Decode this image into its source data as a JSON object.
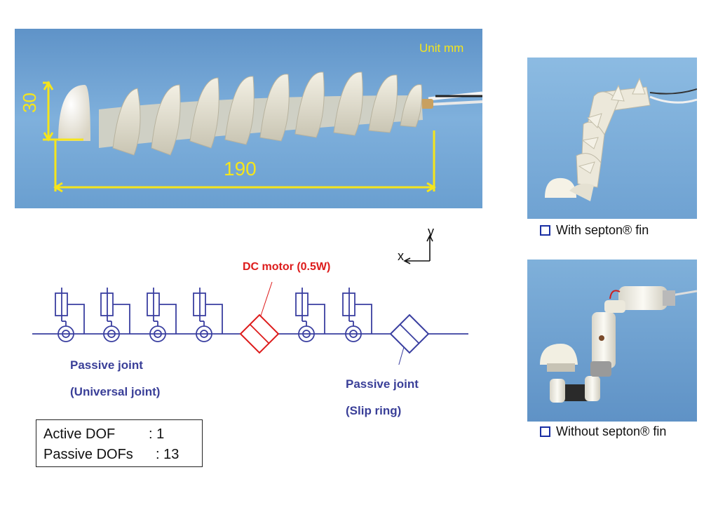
{
  "main_photo": {
    "unit_label": "Unit mm",
    "height_dim": "30",
    "length_dim": "190"
  },
  "diagram": {
    "motor_label": "DC motor (0.5W)",
    "axis_x": "x",
    "axis_y": "y",
    "passive_joint_universal": "Passive joint",
    "passive_joint_universal_note": "(Universal joint)",
    "passive_joint_slip": "Passive joint",
    "passive_joint_slip_note": "(Slip ring)"
  },
  "dof": {
    "active_label": "Active DOF",
    "active_value": ": 1",
    "passive_label": "Passive DOFs",
    "passive_value": ": 13"
  },
  "photos": {
    "with_fin_caption": "With septon® fin",
    "without_fin_caption": "Without septon® fin"
  },
  "colors": {
    "diagram_blue": "#3a3fa0",
    "motor_red": "#dd1b1b",
    "dimension_yellow": "#f5e51c",
    "caption_box_blue": "#1a2fa3"
  }
}
